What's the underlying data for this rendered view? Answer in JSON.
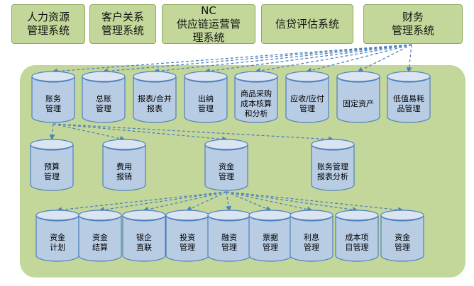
{
  "systems": [
    {
      "id": "hr",
      "label": "人力资源\n管理系统"
    },
    {
      "id": "crm",
      "label": "客户关系\n管理系统"
    },
    {
      "id": "scm",
      "label": "NC\n供应链运营管\n理系统"
    },
    {
      "id": "credit",
      "label": "信贷评估系统"
    },
    {
      "id": "finance",
      "label": "财务\n管理系统"
    }
  ],
  "modules_row1": [
    {
      "id": "accounts",
      "label": "账务\n管理"
    },
    {
      "id": "ledger",
      "label": "总账\n管理"
    },
    {
      "id": "reports",
      "label": "报表/合并\n报表"
    },
    {
      "id": "cashier",
      "label": "出纳\n管理"
    },
    {
      "id": "procurement",
      "label": "商品采购\n成本核算\n和分析"
    },
    {
      "id": "arap",
      "label": "应收/应付\n管理"
    },
    {
      "id": "fixed",
      "label": "固定资产"
    },
    {
      "id": "consumables",
      "label": "低值易耗\n品管理"
    }
  ],
  "modules_row2": [
    {
      "id": "budget",
      "label": "预算\n管理"
    },
    {
      "id": "expense",
      "label": "费用\n报销"
    },
    {
      "id": "funds",
      "label": "资金\n管理"
    },
    {
      "id": "acct_analysis",
      "label": "账务管理\n报表分析"
    }
  ],
  "modules_row3": [
    {
      "id": "fund_plan",
      "label": "资金\n计划"
    },
    {
      "id": "fund_settle",
      "label": "资金\n结算"
    },
    {
      "id": "bank_link",
      "label": "银企\n直联"
    },
    {
      "id": "invest",
      "label": "投资\n管理"
    },
    {
      "id": "financing",
      "label": "融资\n管理"
    },
    {
      "id": "bills",
      "label": "票据\n管理"
    },
    {
      "id": "interest",
      "label": "利息\n管理"
    },
    {
      "id": "cost_item",
      "label": "成本项\n目管理"
    },
    {
      "id": "fund_mgmt",
      "label": "资金\n管理"
    }
  ],
  "colors": {
    "panel": "#c4d79b",
    "box": "#c4d79b",
    "cylinder": "#b8cce4",
    "cylinder_stroke": "#4f81bd",
    "connector": "#4f81bd"
  }
}
